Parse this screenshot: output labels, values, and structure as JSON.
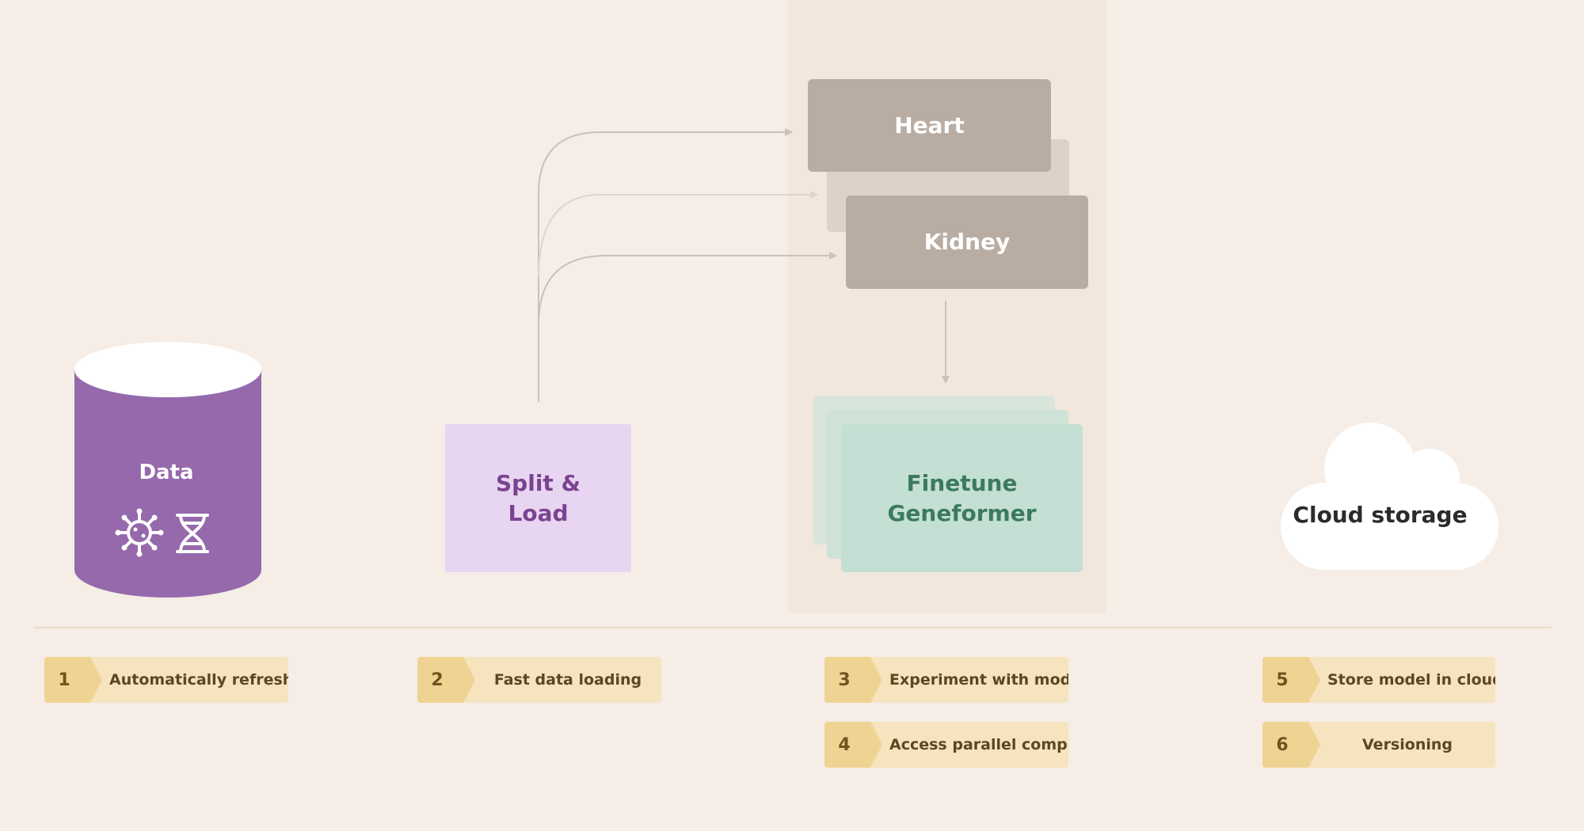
{
  "diagram": {
    "data_label": "Data",
    "split_label_line1": "Split &",
    "split_label_line2": "Load",
    "model_heart": "Heart",
    "model_kidney": "Kidney",
    "finetune_line1": "Finetune",
    "finetune_line2": "Geneformer",
    "cloud_label": "Cloud storage",
    "icons": [
      "virus-icon",
      "dna-icon"
    ],
    "colors": {
      "background": "#f5ede6",
      "data_cylinder": "#9569ab",
      "split_box": "#e8d5f1",
      "model_box": "#b9aca3",
      "finetune_box": "#c4dfd3",
      "step_badge": "#efd392",
      "step_label_bg": "#f6e4bf"
    }
  },
  "steps": [
    {
      "num": "1",
      "label": "Automatically refresh"
    },
    {
      "num": "2",
      "label": "Fast data loading"
    },
    {
      "num": "3",
      "label": "Experiment with models"
    },
    {
      "num": "4",
      "label": "Access parallel compute"
    },
    {
      "num": "5",
      "label": "Store model in cloud"
    },
    {
      "num": "6",
      "label": "Versioning"
    }
  ]
}
